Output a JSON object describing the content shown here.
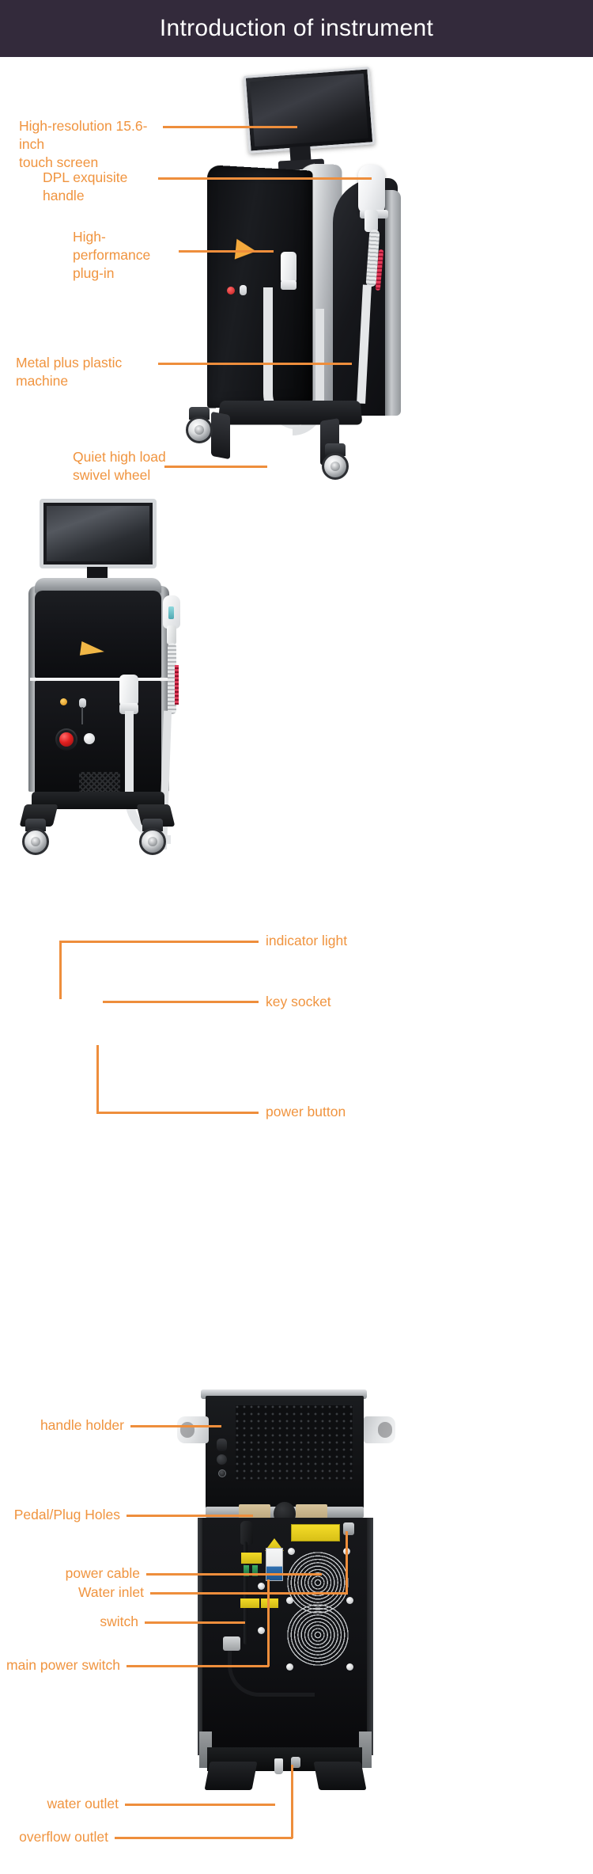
{
  "header": {
    "title": "Introduction of instrument",
    "background_color": "#332A3B",
    "text_color": "#FFFFFF"
  },
  "accent_color": "#EE8E3C",
  "label_text_color": "#F0943F",
  "sections": [
    {
      "id": "section-1",
      "name": "three-quarter-view",
      "labels": [
        {
          "id": "high-resolution-touch-screen",
          "text": "High-resolution 15.6-inch\ntouch screen"
        },
        {
          "id": "dpl-exquisite-handle",
          "text": "DPL exquisite handle"
        },
        {
          "id": "high-performance-plug-in",
          "text": "High-performance\nplug-in"
        },
        {
          "id": "metal-plus-plastic-machine",
          "text": "Metal plus plastic machine"
        },
        {
          "id": "quiet-high-load-swivel-wheel",
          "text": "Quiet high load\nswivel wheel"
        }
      ]
    },
    {
      "id": "section-2",
      "name": "front-view",
      "labels": [
        {
          "id": "indicator-light",
          "text": "indicator light"
        },
        {
          "id": "key-socket",
          "text": "key socket"
        },
        {
          "id": "power-button",
          "text": "power button"
        }
      ]
    },
    {
      "id": "section-3",
      "name": "rear-view",
      "labels": [
        {
          "id": "handle-holder",
          "text": "handle holder"
        },
        {
          "id": "pedal-plug-holes",
          "text": "Pedal/Plug Holes"
        },
        {
          "id": "power-cable",
          "text": "power cable"
        },
        {
          "id": "water-inlet",
          "text": "Water inlet"
        },
        {
          "id": "switch",
          "text": "switch"
        },
        {
          "id": "main-power-switch",
          "text": "main power switch"
        },
        {
          "id": "water-outlet",
          "text": "water outlet"
        },
        {
          "id": "overflow-outlet",
          "text": "overflow outlet"
        }
      ]
    }
  ]
}
